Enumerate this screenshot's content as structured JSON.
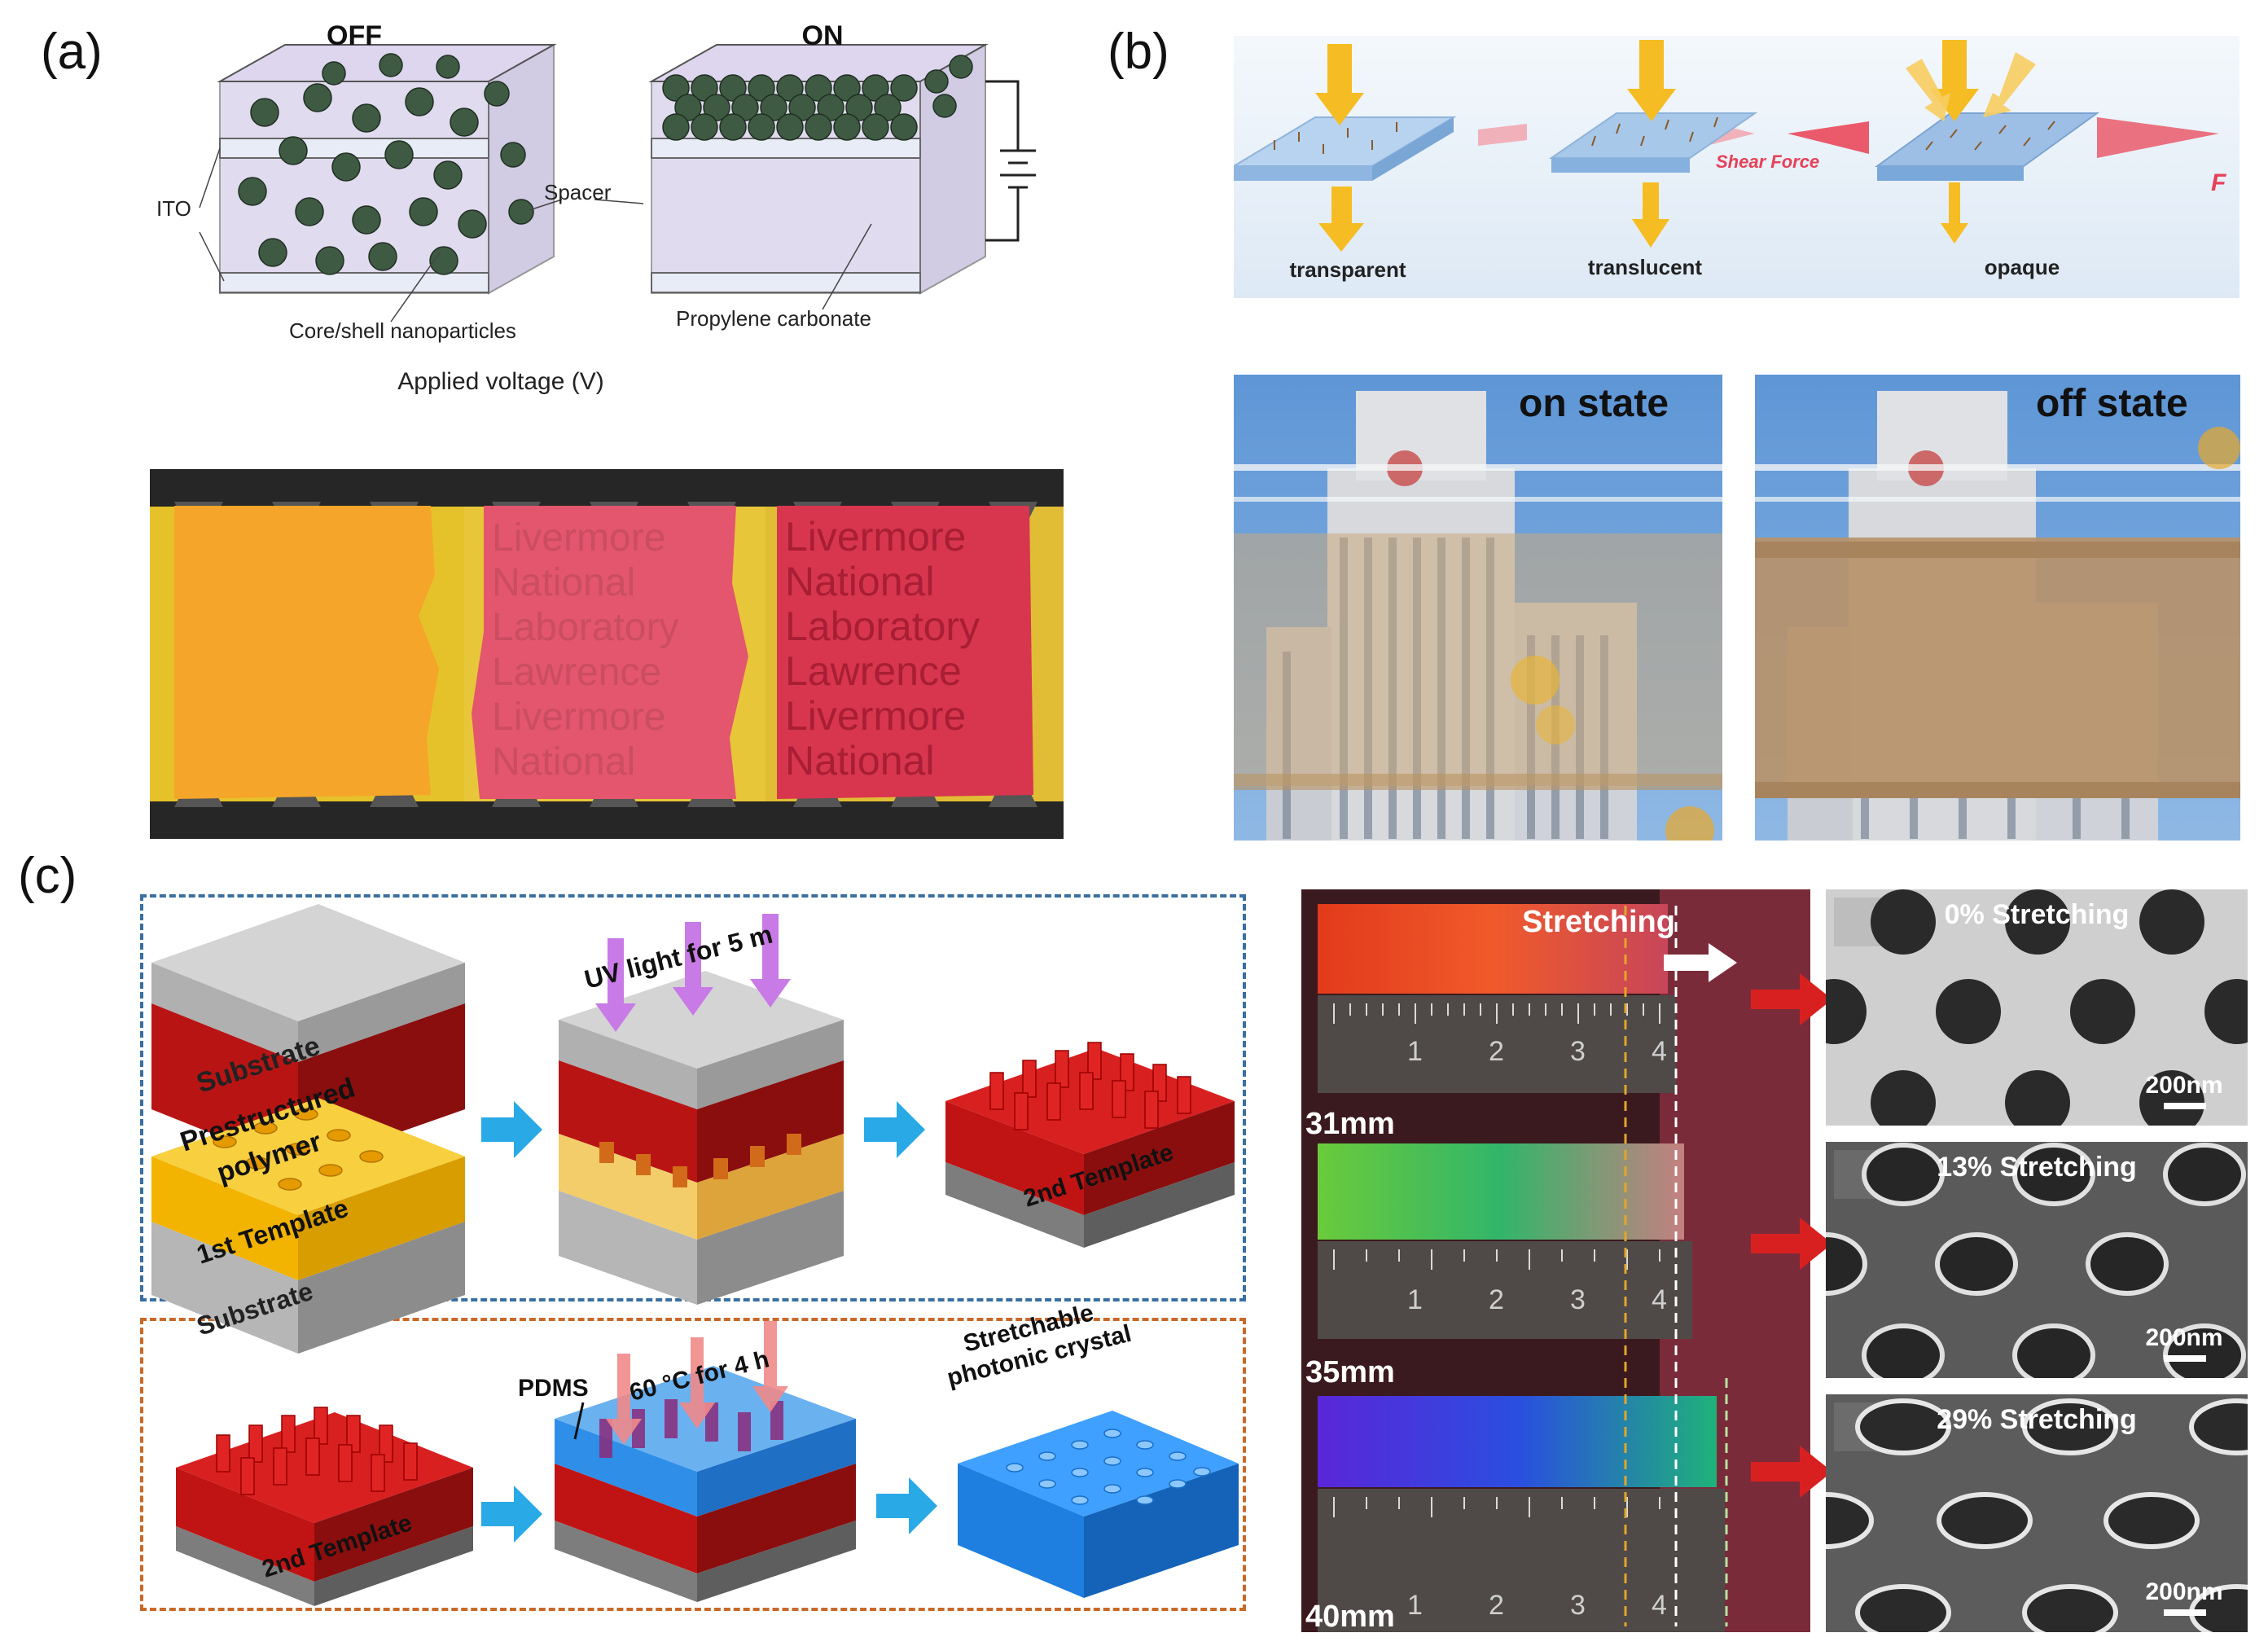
{
  "panel_labels": {
    "a": "(a)",
    "b": "(b)",
    "c": "(c)"
  },
  "panel_a": {
    "off_title": "OFF",
    "on_title": "ON",
    "ito": "ITO",
    "spacer": "Spacer",
    "core_shell": "Core/shell nanoparticles",
    "propylene": "Propylene carbonate",
    "applied_voltage": "Applied voltage (V)",
    "photo_text": {
      "middle": [
        "Livermore",
        "National",
        "Laboratory",
        "Lawrence",
        "Livermore",
        "National"
      ],
      "right": [
        "Livermore",
        "National",
        "Laboratory",
        "Lawrence",
        "Livermore",
        "National"
      ]
    }
  },
  "panel_b": {
    "transparent": "transparent",
    "translucent": "translucent",
    "opaque": "opaque",
    "shear_force": "Shear Force",
    "force": "F",
    "on_state": "on state",
    "off_state": "off state"
  },
  "panel_c": {
    "substrate_top": "Substrate",
    "prestructured": "Prestructured",
    "polymer": "polymer",
    "template1": "1st Template",
    "substrate_bottom": "Substrate",
    "uv_light": "UV light for 5 m",
    "template2": "2nd Template",
    "template2_b": "2nd Template",
    "pdms": "PDMS",
    "heat": "60 °C for 4 h",
    "stretchable_1": "Stretchable",
    "stretchable_2": "photonic crystal",
    "stretching": "Stretching",
    "len_1": "31mm",
    "len_2": "35mm",
    "len_3": "40mm",
    "ruler_nums": [
      "1",
      "2",
      "3",
      "4"
    ],
    "sem_1": "0% Stretching",
    "sem_2": "13% Stretching",
    "sem_3": "29% Stretching",
    "scale": "200nm"
  },
  "colors": {
    "red_layer": "#c01414",
    "yellow_layer": "#f2b400",
    "gray_layer": "#b8b8b8",
    "blue_pdms": "#2f8fe8",
    "arrow_blue": "#29a9e6",
    "dash_blue": "#3a6fa0",
    "dash_orange": "#c8692a",
    "orange_film": "#f7a52c",
    "pink_film": "#e0586a",
    "shear_red": "#e23a4c",
    "arrow_yellow": "#f5bd23"
  }
}
